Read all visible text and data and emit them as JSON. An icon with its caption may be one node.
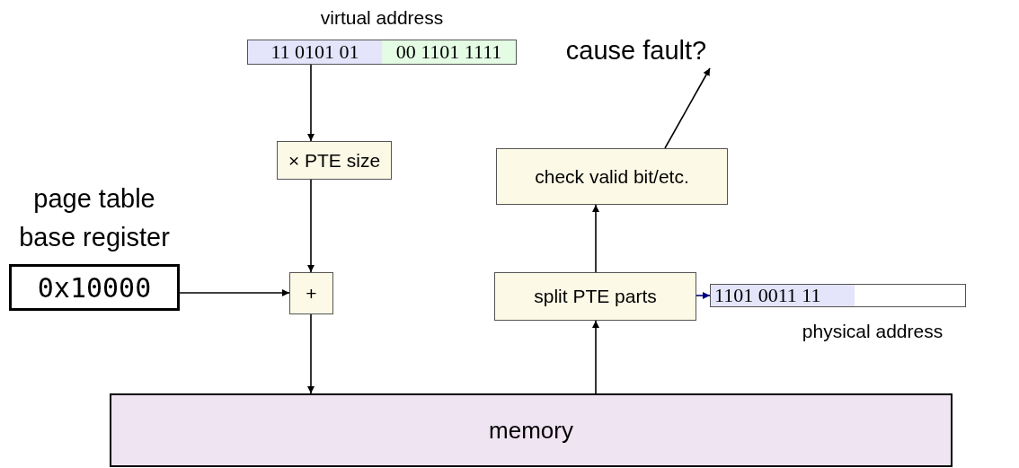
{
  "diagram": {
    "nodes": [
      {
        "text": [
          "11 0101 01",
          "00 1101 1111"
        ],
        "beside": [
          "virtual address"
        ]
      },
      {
        "text": [
          "× PTE size"
        ]
      },
      {
        "text": [
          "page table base register",
          "0x10000"
        ]
      },
      {
        "text": [
          "+"
        ]
      },
      {
        "text": [
          "memory"
        ]
      },
      {
        "text": [
          "split PTE parts"
        ]
      },
      {
        "text": [
          "check valid bit/etc."
        ]
      },
      {
        "text": [
          "cause fault?"
        ]
      },
      {
        "text": [
          "1101 0011 11"
        ],
        "beside": [
          "physical address"
        ]
      }
    ],
    "edges": [
      {
        "from": 0,
        "to": 1,
        "arrow": "to"
      },
      {
        "from": 1,
        "to": 3,
        "arrow": "to"
      },
      {
        "from": 2,
        "to": 3,
        "arrow": "to"
      },
      {
        "from": 3,
        "to": 4,
        "arrow": "to"
      },
      {
        "from": 4,
        "to": 5,
        "arrow": "to"
      },
      {
        "from": 5,
        "to": 6,
        "arrow": "to"
      },
      {
        "from": 6,
        "to": 7,
        "arrow": "to"
      },
      {
        "from": 5,
        "to": 8,
        "arrow": "to",
        "color": "#000080"
      }
    ]
  }
}
